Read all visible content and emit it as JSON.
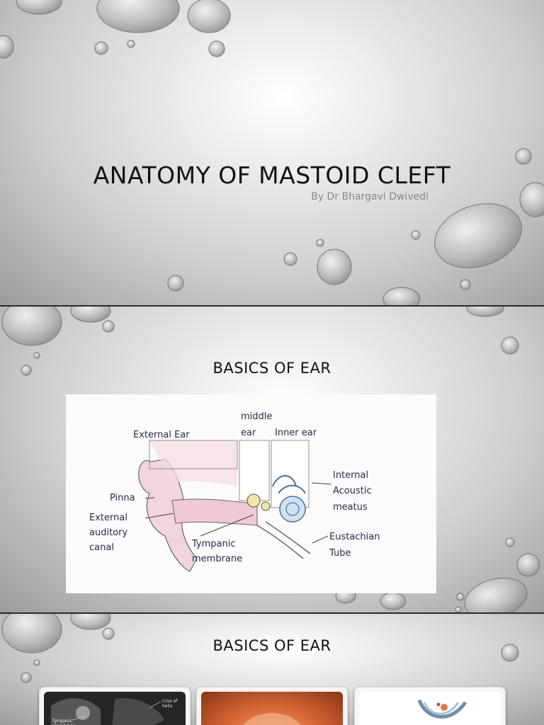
{
  "slides": [
    {
      "title": "ANATOMY OF MASTOID CLEFT",
      "subtitle": "By Dr Bhargavi Dwivedi"
    },
    {
      "title": "BASICS OF EAR",
      "figure": {
        "labels": {
          "external_ear": "External Ear",
          "middle_line1": "middle",
          "middle_line2": "ear",
          "inner_ear": "Inner ear",
          "pinna": "Pinna",
          "external_line1": "External",
          "external_line2": "auditory",
          "external_line3": "canal",
          "tympanic_line1": "Tympanic",
          "tympanic_line2": "membrane",
          "internal_line1": "Internal",
          "internal_line2": "Acoustic",
          "internal_line3": "meatus",
          "eustachian_line1": "Eustachian",
          "eustachian_line2": "Tube"
        }
      }
    },
    {
      "title": "BASICS OF EAR",
      "thumbnails": [
        {
          "labels": [
            "Crus of helix",
            "Tympanic",
            "membrane"
          ]
        },
        {
          "labels": []
        },
        {
          "labels": []
        }
      ]
    }
  ],
  "colors": {
    "title": "#111111",
    "subtitle": "#8a8a8a",
    "diagram_ink": "#2a2a4a"
  }
}
